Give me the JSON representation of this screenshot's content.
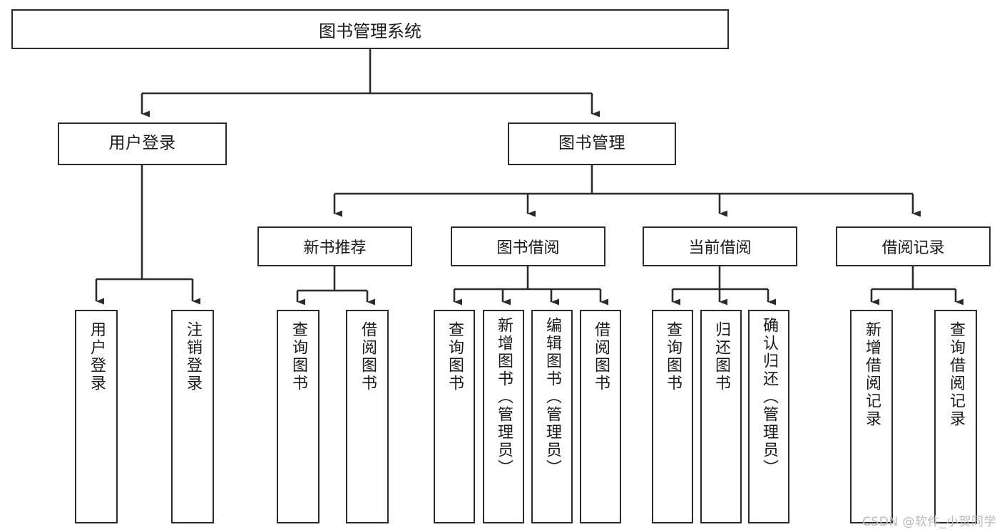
{
  "diagram": {
    "type": "tree-hierarchy",
    "title": "图书管理系统",
    "watermark": "CSDN @软件_小贺同学",
    "colors": {
      "stroke": "#2b2b2b",
      "fill": "#ffffff",
      "text": "#1a1a1a",
      "watermark": "#b9b9b9"
    },
    "nodes": {
      "root": "图书管理系统",
      "level2": [
        "用户登录",
        "图书管理"
      ],
      "level3": [
        "新书推荐",
        "图书借阅",
        "当前借阅",
        "借阅记录"
      ],
      "leaves": {
        "user_login": [
          "用户登录",
          "注销登录"
        ],
        "new_book": [
          "查询图书",
          "借阅图书"
        ],
        "book_borrow": [
          "查询图书",
          "新增图书（管理员）",
          "编辑图书（管理员）",
          "借阅图书"
        ],
        "current_borrow": [
          "查询图书",
          "归还图书",
          "确认归还（管理员）"
        ],
        "borrow_record": [
          "新增借阅记录",
          "查询借阅记录"
        ]
      }
    }
  }
}
